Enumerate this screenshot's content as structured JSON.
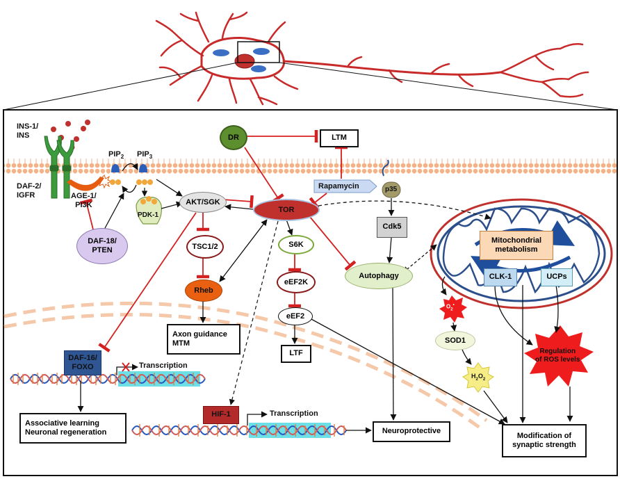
{
  "labels": {
    "ins": "INS-1/\nINS",
    "daf2": "DAF-2/\nIGFR",
    "age1": "AGE-1/\nPI3K",
    "daf18": "DAF-18/\nPTEN",
    "pip2": "PIP",
    "pip2_sub": "2",
    "pip3": "PIP",
    "pip3_sub": "3",
    "pdk1": "PDK-1",
    "akt": "AKT/SGK",
    "tsc": "TSC1/2",
    "rheb": "Rheb",
    "axon": "Axon guidance\nMTM",
    "dr": "DR",
    "ltm": "LTM",
    "rapamycin": "Rapamycin",
    "tor": "TOR",
    "s6k": "S6K",
    "eef2k": "eEF2K",
    "eef2": "eEF2",
    "ltf": "LTF",
    "p35": "p35",
    "cdk5": "Cdk5",
    "autophagy": "Autophagy",
    "mito": "Mitochondrial\nmetabolism",
    "clk1": "CLK-1",
    "ucps": "UCPs",
    "o2": "O",
    "o2_sub": "2",
    "o2_sup": "•",
    "sod1": "SOD1",
    "h2o2": "H",
    "h2o2_sub1": "2",
    "h2o2_mid": "O",
    "h2o2_sub2": "2",
    "ros": "Regulation\nof ROS levels",
    "daf16": "DAF-16/\nFOXO",
    "transcription1": "Transcription",
    "assoc": "Associative learning\nNeuronal regeneration",
    "hif1": "HIF-1",
    "transcription2": "Transcription",
    "neuroprotective": "Neuroprotective",
    "synaptic": "Modification of\nsynaptic strength"
  },
  "colors": {
    "membrane": "#f0a46e",
    "inhibit": "#d42020",
    "neuron": "#c82a2a",
    "dr_fill": "#5e8f2e",
    "tor_fill": "#c0302c",
    "rheb_fill": "#e86010",
    "daf18_fill": "#d9c9ef",
    "rapamycin_fill": "#c9daf2",
    "p35_fill": "#a39a6a",
    "cdk5_fill": "#d2d2d2",
    "autophagy_fill": "#e2efcb",
    "mito_box_fill": "#fbd8b6",
    "clk1_fill": "#bcd9f0",
    "ucps_fill": "#d4eef8",
    "daf16_fill": "#2f5592",
    "hif1_fill": "#b32a2a",
    "sod1_fill": "#f1f6dc",
    "dna_blue": "#2656c0",
    "dna_red": "#d05a5a",
    "ros_fill": "#ee1c1c",
    "h2o2_fill": "#f6ed86"
  }
}
